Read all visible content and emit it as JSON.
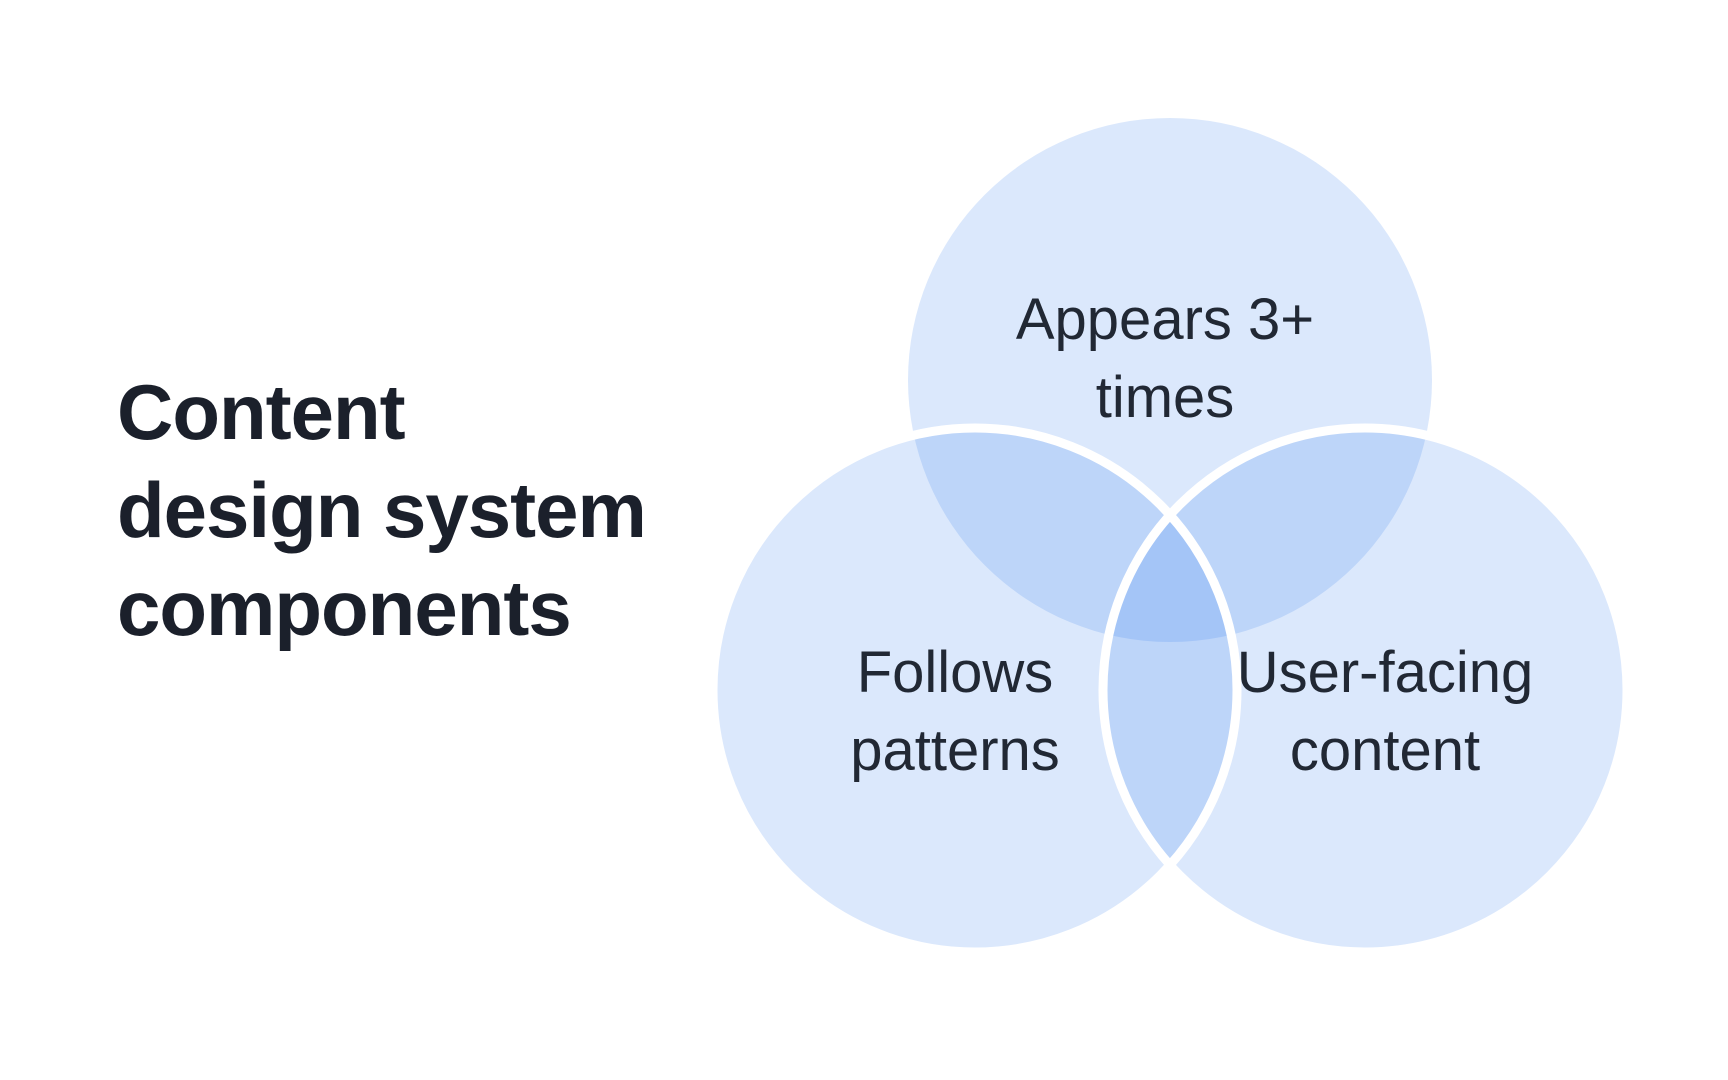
{
  "page": {
    "background_color": "#ffffff",
    "title": {
      "lines": [
        "Content",
        "design system",
        "components"
      ],
      "color": "#1b202b"
    }
  },
  "venn": {
    "fill_color": "#2b78ed",
    "fill_opacity": "0.17",
    "outline_color": "#ffffff",
    "label_color": "#212834",
    "region_tints": {
      "single_overlap": "#dbe8fc",
      "double_overlap": "#bdd7f9",
      "triple_overlap": "#a9cbf7"
    },
    "circles": [
      {
        "id": "appears-3-times",
        "label_lines": [
          "Appears 3+",
          "times"
        ]
      },
      {
        "id": "follows-patterns",
        "label_lines": [
          "Follows",
          "patterns"
        ]
      },
      {
        "id": "user-facing-content",
        "label_lines": [
          "User-facing",
          "content"
        ]
      }
    ]
  }
}
